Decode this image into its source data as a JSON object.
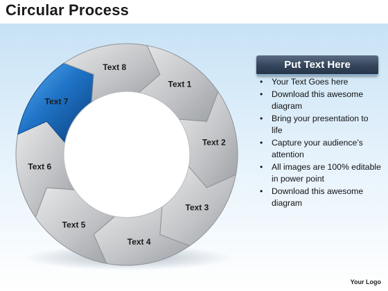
{
  "title": "Circular Process",
  "segments": [
    {
      "label": "Text 1"
    },
    {
      "label": "Text 2"
    },
    {
      "label": "Text 3"
    },
    {
      "label": "Text 4"
    },
    {
      "label": "Text 5"
    },
    {
      "label": "Text 6"
    },
    {
      "label": "Text 7"
    },
    {
      "label": "Text 8"
    }
  ],
  "highlighted_segment": "Text 7",
  "colors": {
    "highlight": "#1f74c8",
    "segment": "#c4c6c9",
    "header": "#34455c"
  },
  "panel": {
    "header": "Put Text Here",
    "bullets": [
      "Your Text Goes here",
      "Download this awesome diagram",
      "Bring your presentation to life",
      "Capture your audience’s attention",
      "All images are 100% editable in power point",
      "Download this awesome diagram"
    ]
  },
  "logo": "Your Logo"
}
